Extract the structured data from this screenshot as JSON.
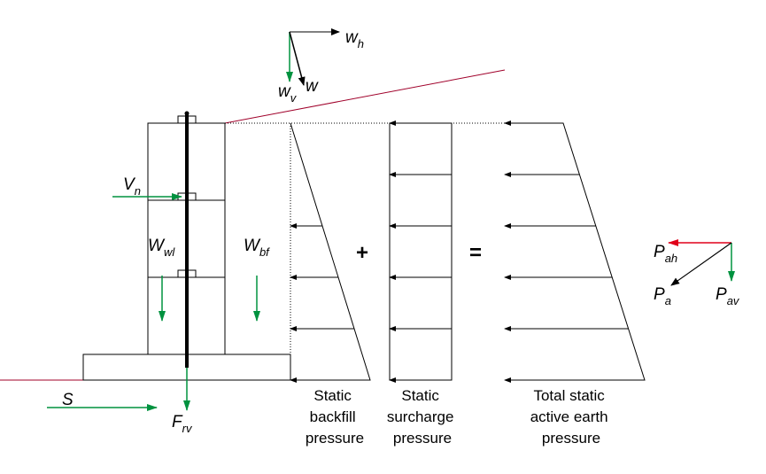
{
  "labels": {
    "wh": "w",
    "wh_sub": "h",
    "wv": "w",
    "wv_sub": "v",
    "w": "w",
    "vn": "V",
    "vn_sub": "n",
    "wwl": "W",
    "wwl_sub": "wl",
    "wbf": "W",
    "wbf_sub": "bf",
    "s": "S",
    "frv": "F",
    "frv_sub": "rv",
    "pah": "P",
    "pah_sub": "ah",
    "pa": "P",
    "pa_sub": "a",
    "pav": "P",
    "pav_sub": "av"
  },
  "operators": {
    "plus": "+",
    "equals": "="
  },
  "captions": {
    "backfill": [
      "Static",
      "backfill",
      "pressure"
    ],
    "surcharge": [
      "Static",
      "surcharge",
      "pressure"
    ],
    "total": [
      "Total static",
      "active earth",
      "pressure"
    ]
  },
  "colors": {
    "force_green": "#00923f",
    "pressure_red": "#e0001a",
    "slope_line": "#a0002a"
  }
}
